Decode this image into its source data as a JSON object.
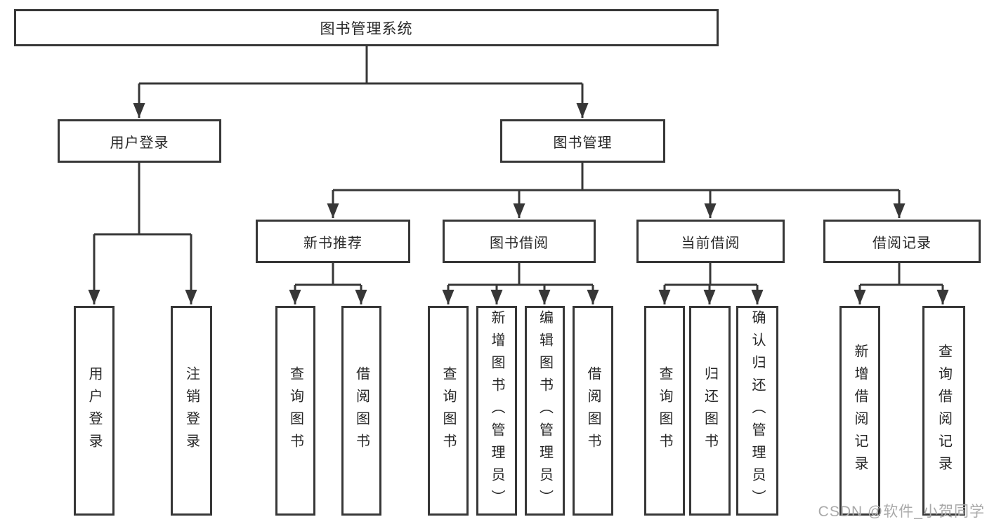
{
  "diagram": {
    "type": "hierarchy-tree",
    "orientation": "top-down"
  },
  "tree": {
    "label": "图书管理系统",
    "children": [
      {
        "label": "用户登录",
        "children": [
          {
            "label": "用户登录"
          },
          {
            "label": "注销登录"
          }
        ]
      },
      {
        "label": "图书管理",
        "children": [
          {
            "label": "新书推荐",
            "children": [
              {
                "label": "查询图书"
              },
              {
                "label": "借阅图书"
              }
            ]
          },
          {
            "label": "图书借阅",
            "children": [
              {
                "label": "查询图书"
              },
              {
                "label": "新增图书（管理员）"
              },
              {
                "label": "编辑图书（管理员）"
              },
              {
                "label": "借阅图书"
              }
            ]
          },
          {
            "label": "当前借阅",
            "children": [
              {
                "label": "查询图书"
              },
              {
                "label": "归还图书"
              },
              {
                "label": "确认归还（管理员）"
              }
            ]
          },
          {
            "label": "借阅记录",
            "children": [
              {
                "label": "新增借阅记录"
              },
              {
                "label": "查询借阅记录"
              }
            ]
          }
        ]
      }
    ]
  },
  "watermark": {
    "text": "CSDN @软件_小贺同学"
  },
  "colors": {
    "line": "#373737",
    "text": "#262626",
    "background": "#ffffff",
    "watermark": "#a9a9a9"
  }
}
